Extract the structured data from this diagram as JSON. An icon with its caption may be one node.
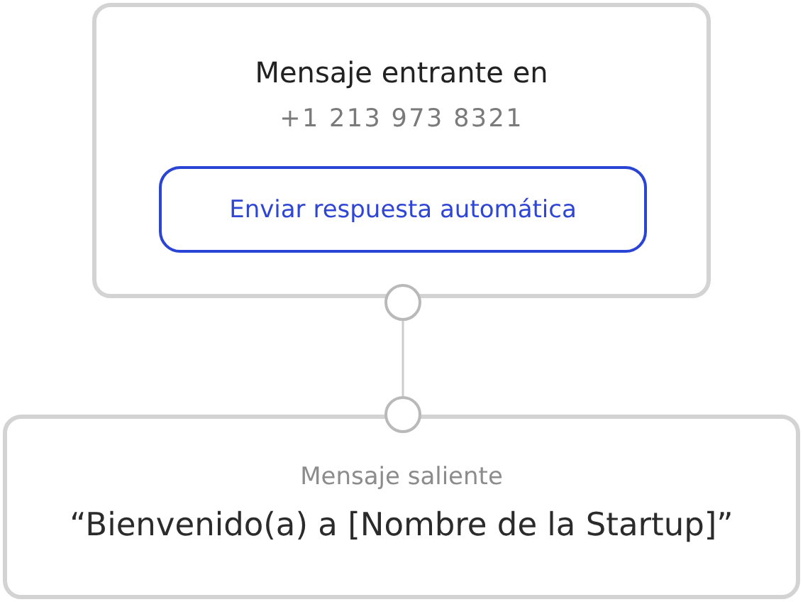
{
  "diagram": {
    "nodes": [
      {
        "text": [
          "Mensaje entrante en",
          "+1 213 973 8321"
        ]
      },
      {
        "text": [
          "Enviar respuesta automática"
        ],
        "in": 0
      },
      {
        "text": [],
        "shape": "circle"
      },
      {
        "text": [],
        "shape": "circle"
      },
      {
        "text": [
          "Mensaje saliente",
          "“Bienvenido(a) a [Nombre de la Startup]”"
        ]
      }
    ],
    "edges": [
      {
        "from": 2,
        "to": 3,
        "arrow": "none"
      }
    ]
  }
}
